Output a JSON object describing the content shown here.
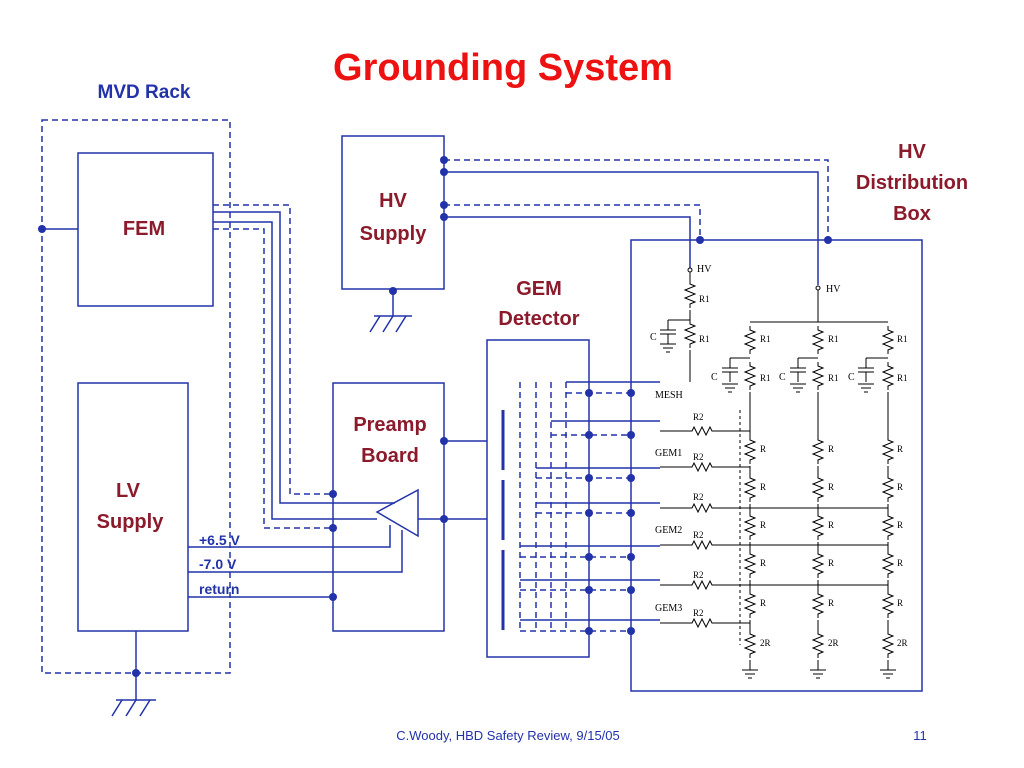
{
  "slide": {
    "title": "Grounding System",
    "footer": "C.Woody, HBD Safety Review, 9/15/05",
    "page_number": "11",
    "colors": {
      "title": "#ee1111",
      "label": "#8b1a2b",
      "wire": "#2233aa"
    }
  },
  "labels": {
    "mvd_rack": "MVD Rack",
    "fem": "FEM",
    "hv_supply_line1": "HV",
    "hv_supply_line2": "Supply",
    "lv_supply_line1": "LV",
    "lv_supply_line2": "Supply",
    "preamp_line1": "Preamp",
    "preamp_line2": "Board",
    "gem_detector_line1": "GEM",
    "gem_detector_line2": "Detector",
    "hv_dist_line1": "HV",
    "hv_dist_line2": "Distribution",
    "hv_dist_line3": "Box",
    "voltage_pos": "+6.5 V",
    "voltage_neg": "-7.0 V",
    "voltage_return": "return"
  },
  "schematic": {
    "hv": "HV",
    "r1": "R1",
    "r2": "R2",
    "r": "R",
    "r2r": "2R",
    "c": "C",
    "mesh": "MESH",
    "gem1": "GEM1",
    "gem2": "GEM2",
    "gem3": "GEM3"
  }
}
